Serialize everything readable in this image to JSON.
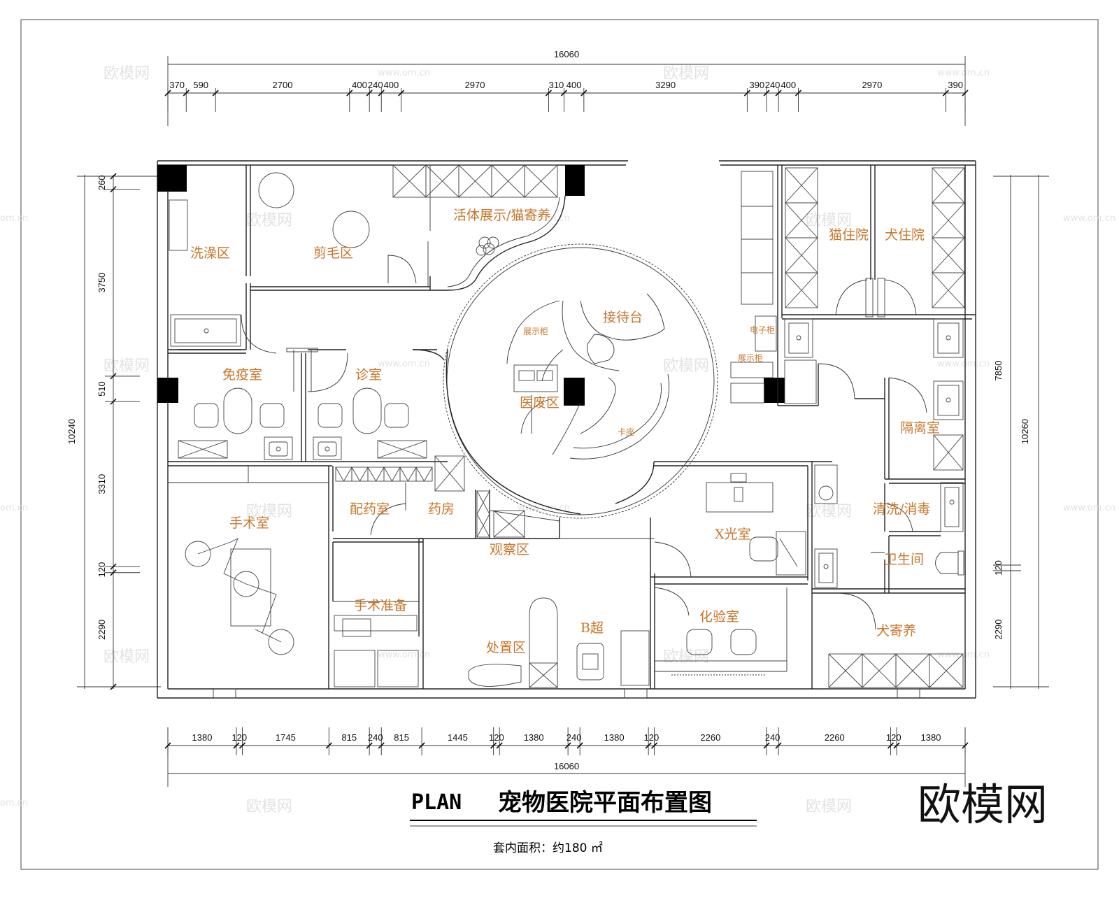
{
  "title": {
    "prefix": "PLAN",
    "main": "宠物医院平面布置图",
    "area": "套内面积：约180 ㎡"
  },
  "brand": "欧模网",
  "watermark": {
    "cn": "欧模网",
    "url": "www.om.cn",
    "url_short": "om.cn"
  },
  "dimensions": {
    "top_total": "16060",
    "top": [
      "370",
      "590",
      "2700",
      "400",
      "240",
      "400",
      "2970",
      "310",
      "400",
      "3290",
      "390",
      "240",
      "400",
      "2970",
      "390"
    ],
    "bottom": [
      "1380",
      "120",
      "1745",
      "815",
      "240",
      "815",
      "1445",
      "120",
      "1380",
      "240",
      "1380",
      "120",
      "2260",
      "240",
      "2260",
      "120",
      "1380"
    ],
    "bottom_total": "16060",
    "left_total": "10240",
    "left": [
      "260",
      "3750",
      "510",
      "3310",
      "120",
      "2290"
    ],
    "right_total": "10260",
    "right_main": "7850",
    "right": [
      "120",
      "2290"
    ]
  },
  "rooms": {
    "bath": "洗澡区",
    "grooming": "剪毛区",
    "display": "活体展示/猫寄养",
    "cat_ward": "猫住院",
    "dog_ward": "犬住院",
    "reception": "接待台",
    "display_cab": "展示柜",
    "vaccine": "免疫室",
    "consult": "诊室",
    "medical_waste": "医废区",
    "card_area": "卡座",
    "isolation": "隔离室",
    "surgery": "手术室",
    "dispensing": "配药室",
    "pharmacy": "药房",
    "observation": "观察区",
    "xray": "X光室",
    "cleaning": "清洗/消毒",
    "toilet": "卫生间",
    "prep": "手术准备",
    "treatment": "处置区",
    "ultrasound": "B超",
    "lab": "化验室",
    "dog_boarding": "犬寄养",
    "elec_cab": "电子柜"
  }
}
